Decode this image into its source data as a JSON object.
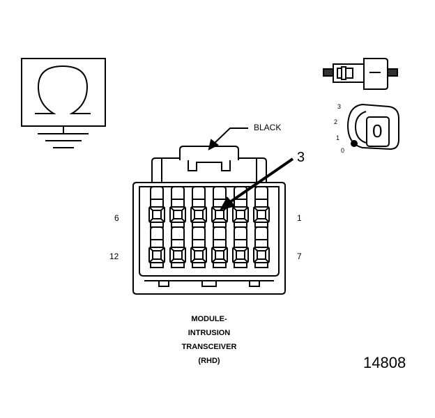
{
  "connector": {
    "color_label": "BLACK",
    "callout": "3",
    "pins": {
      "top_left": "6",
      "top_right": "1",
      "bottom_left": "12",
      "bottom_right": "7"
    },
    "title_lines": [
      "MODULE-",
      "INTRUSION",
      "TRANSCEIVER",
      "(RHD)"
    ]
  },
  "lock_position": {
    "marks": [
      "3",
      "2",
      "1",
      "0"
    ],
    "key_label": "0"
  },
  "figure_number": "14808"
}
